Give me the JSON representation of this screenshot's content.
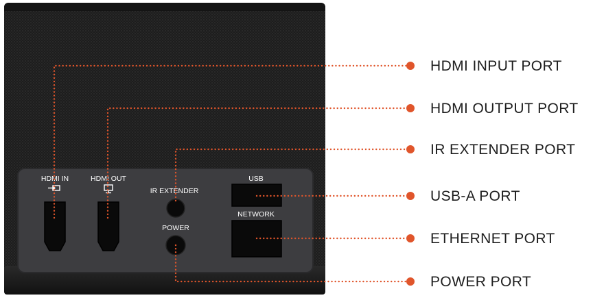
{
  "panel_labels": {
    "hdmi_in": "HDMI IN",
    "hdmi_out": "HDMI OUT",
    "ir_extender": "IR EXTENDER",
    "power": "POWER",
    "usb": "USB",
    "network": "NETWORK"
  },
  "callouts": [
    {
      "id": "hdmi-input",
      "label": "HDMI INPUT PORT"
    },
    {
      "id": "hdmi-output",
      "label": "HDMI OUTPUT PORT"
    },
    {
      "id": "ir-extender",
      "label": "IR EXTENDER PORT"
    },
    {
      "id": "usb-a",
      "label": "USB-A PORT"
    },
    {
      "id": "ethernet",
      "label": "ETHERNET PORT"
    },
    {
      "id": "power",
      "label": "POWER PORT"
    }
  ],
  "colors": {
    "accent": "#e0552b",
    "device_body": "#1b1b1b",
    "panel": "#3d3d40",
    "port_hole": "#0a0a0a",
    "label_text": "#1e1e1e"
  },
  "icons": {
    "hdmi_in": "input-arrow-icon",
    "hdmi_out": "monitor-icon"
  }
}
